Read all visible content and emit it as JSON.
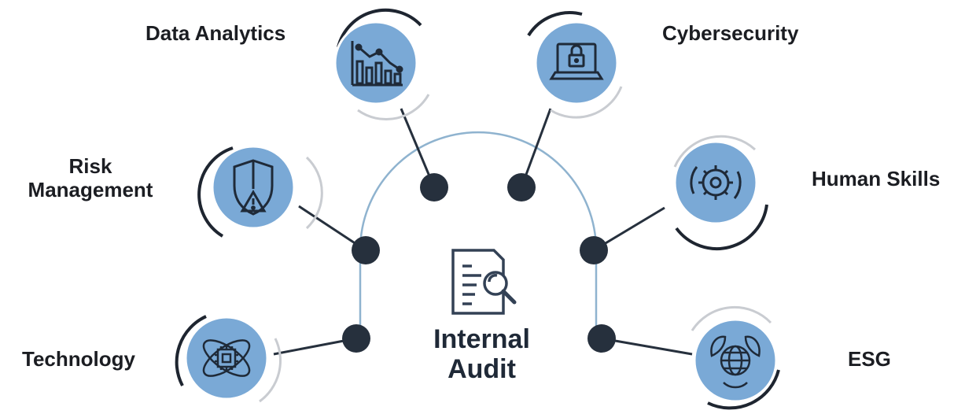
{
  "center": {
    "title_line1": "Internal",
    "title_line2": "Audit",
    "icon": "document-search-icon"
  },
  "nodes": [
    {
      "id": "data-analytics",
      "label": "Data Analytics",
      "icon": "bar-chart-icon"
    },
    {
      "id": "cybersecurity",
      "label": "Cybersecurity",
      "icon": "laptop-lock-icon"
    },
    {
      "id": "risk-management",
      "label_line1": "Risk",
      "label_line2": "Management",
      "icon": "shield-warning-icon"
    },
    {
      "id": "human-skills",
      "label": "Human Skills",
      "icon": "gear-head-icon"
    },
    {
      "id": "technology",
      "label": "Technology",
      "icon": "chip-atom-icon"
    },
    {
      "id": "esg",
      "label": "ESG",
      "icon": "globe-leaves-icon"
    }
  ],
  "colors": {
    "circle_fill": "#7aa9d6",
    "ring": "#1e2530",
    "dot": "#26303d",
    "arc": "#8fb3cf",
    "icon_stroke": "#1f2a38"
  }
}
